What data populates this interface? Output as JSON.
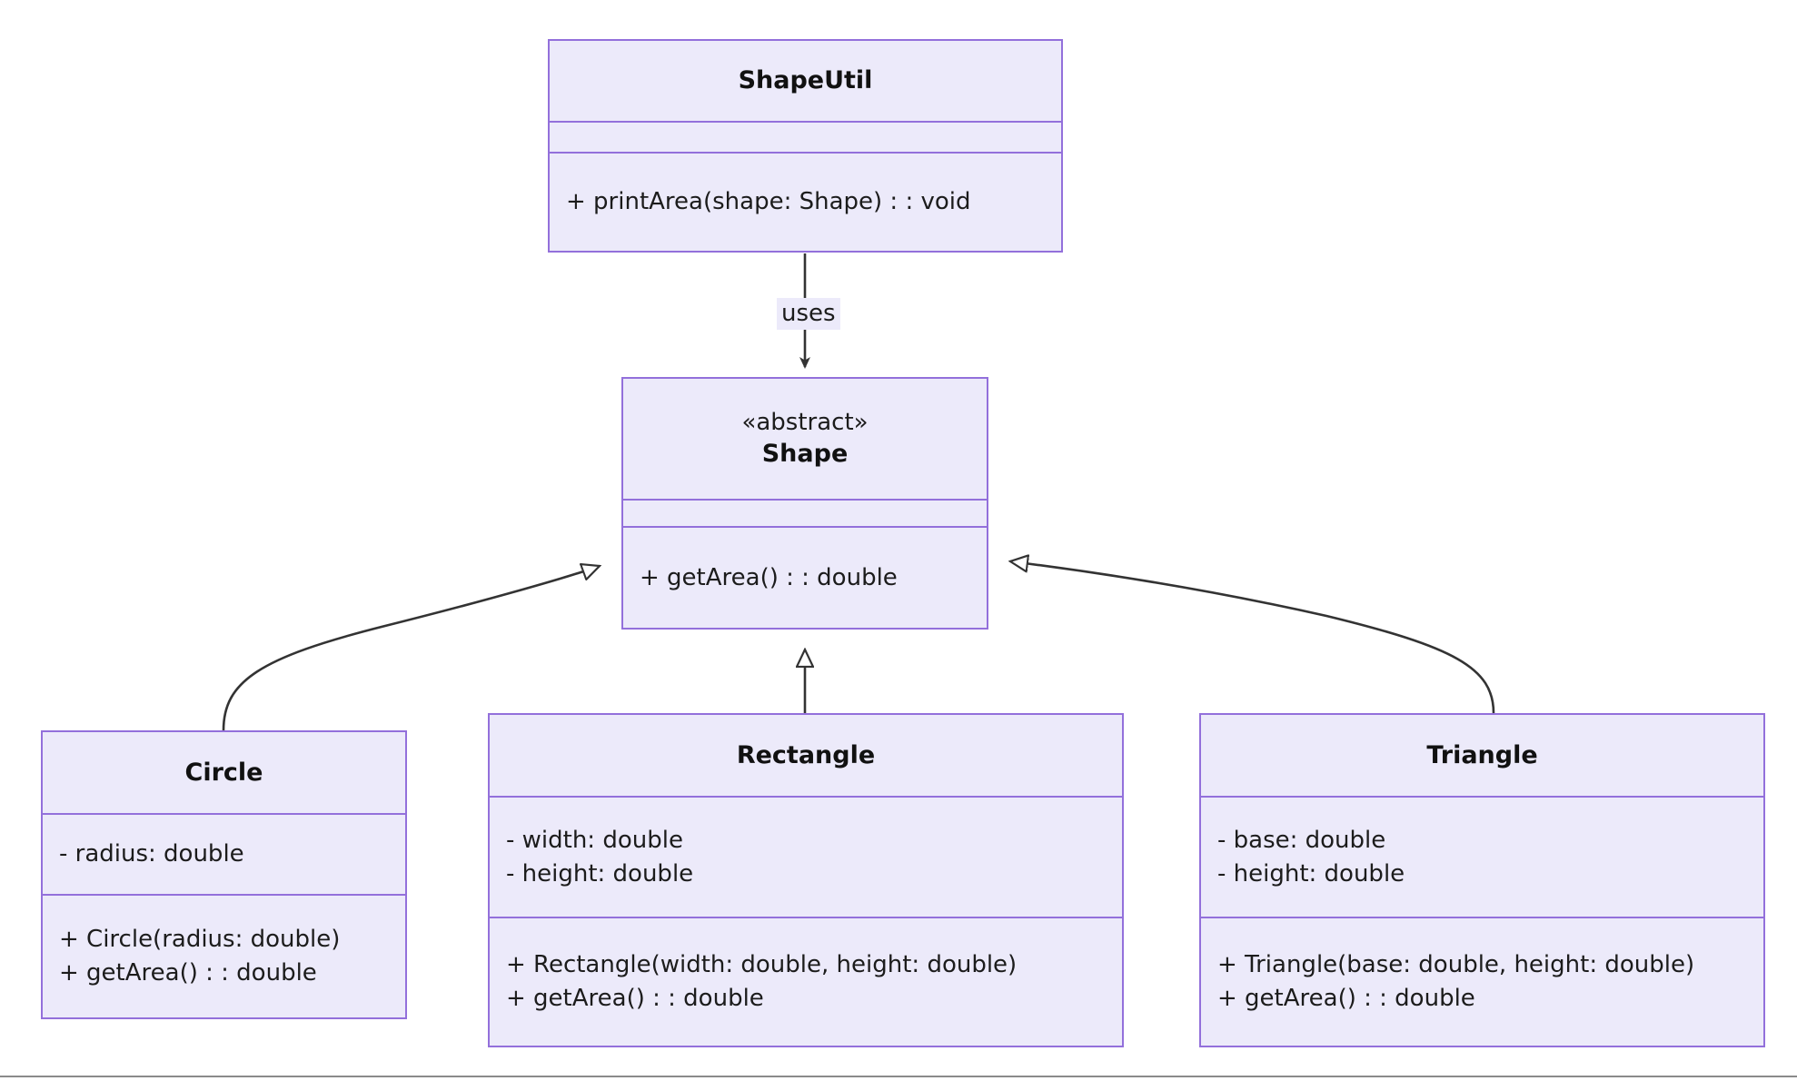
{
  "diagram": {
    "type": "uml-class-diagram",
    "background_color": "#ffffff",
    "class_fill_color": "#ECEAFA",
    "class_border_color": "#9370DB",
    "edge_color": "#333333",
    "text_color": "#1c1c1c"
  },
  "classes": {
    "shapeutil": {
      "name": "ShapeUtil",
      "stereotype": "",
      "attributes": [],
      "methods": [
        "+ printArea(shape: Shape) : : void"
      ]
    },
    "shape": {
      "name": "Shape",
      "stereotype": "«abstract»",
      "attributes": [],
      "methods": [
        "+ getArea() : : double"
      ]
    },
    "circle": {
      "name": "Circle",
      "stereotype": "",
      "attributes": [
        "- radius: double"
      ],
      "methods": [
        "+ Circle(radius: double)",
        "+ getArea() : : double"
      ]
    },
    "rectangle": {
      "name": "Rectangle",
      "stereotype": "",
      "attributes": [
        "- width: double",
        "- height: double"
      ],
      "methods": [
        "+ Rectangle(width: double, height: double)",
        "+ getArea() : : double"
      ]
    },
    "triangle": {
      "name": "Triangle",
      "stereotype": "",
      "attributes": [
        "- base: double",
        "- height: double"
      ],
      "methods": [
        "+ Triangle(base: double, height: double)",
        "+ getArea() : : double"
      ]
    }
  },
  "edges": {
    "uses": {
      "label": "uses",
      "from": "ShapeUtil",
      "to": "Shape",
      "kind": "dependency"
    },
    "circle_extends_shape": {
      "label": "",
      "from": "Circle",
      "to": "Shape",
      "kind": "generalization"
    },
    "rectangle_extends_shape": {
      "label": "",
      "from": "Rectangle",
      "to": "Shape",
      "kind": "generalization"
    },
    "triangle_extends_shape": {
      "label": "",
      "from": "Triangle",
      "to": "Shape",
      "kind": "generalization"
    }
  }
}
